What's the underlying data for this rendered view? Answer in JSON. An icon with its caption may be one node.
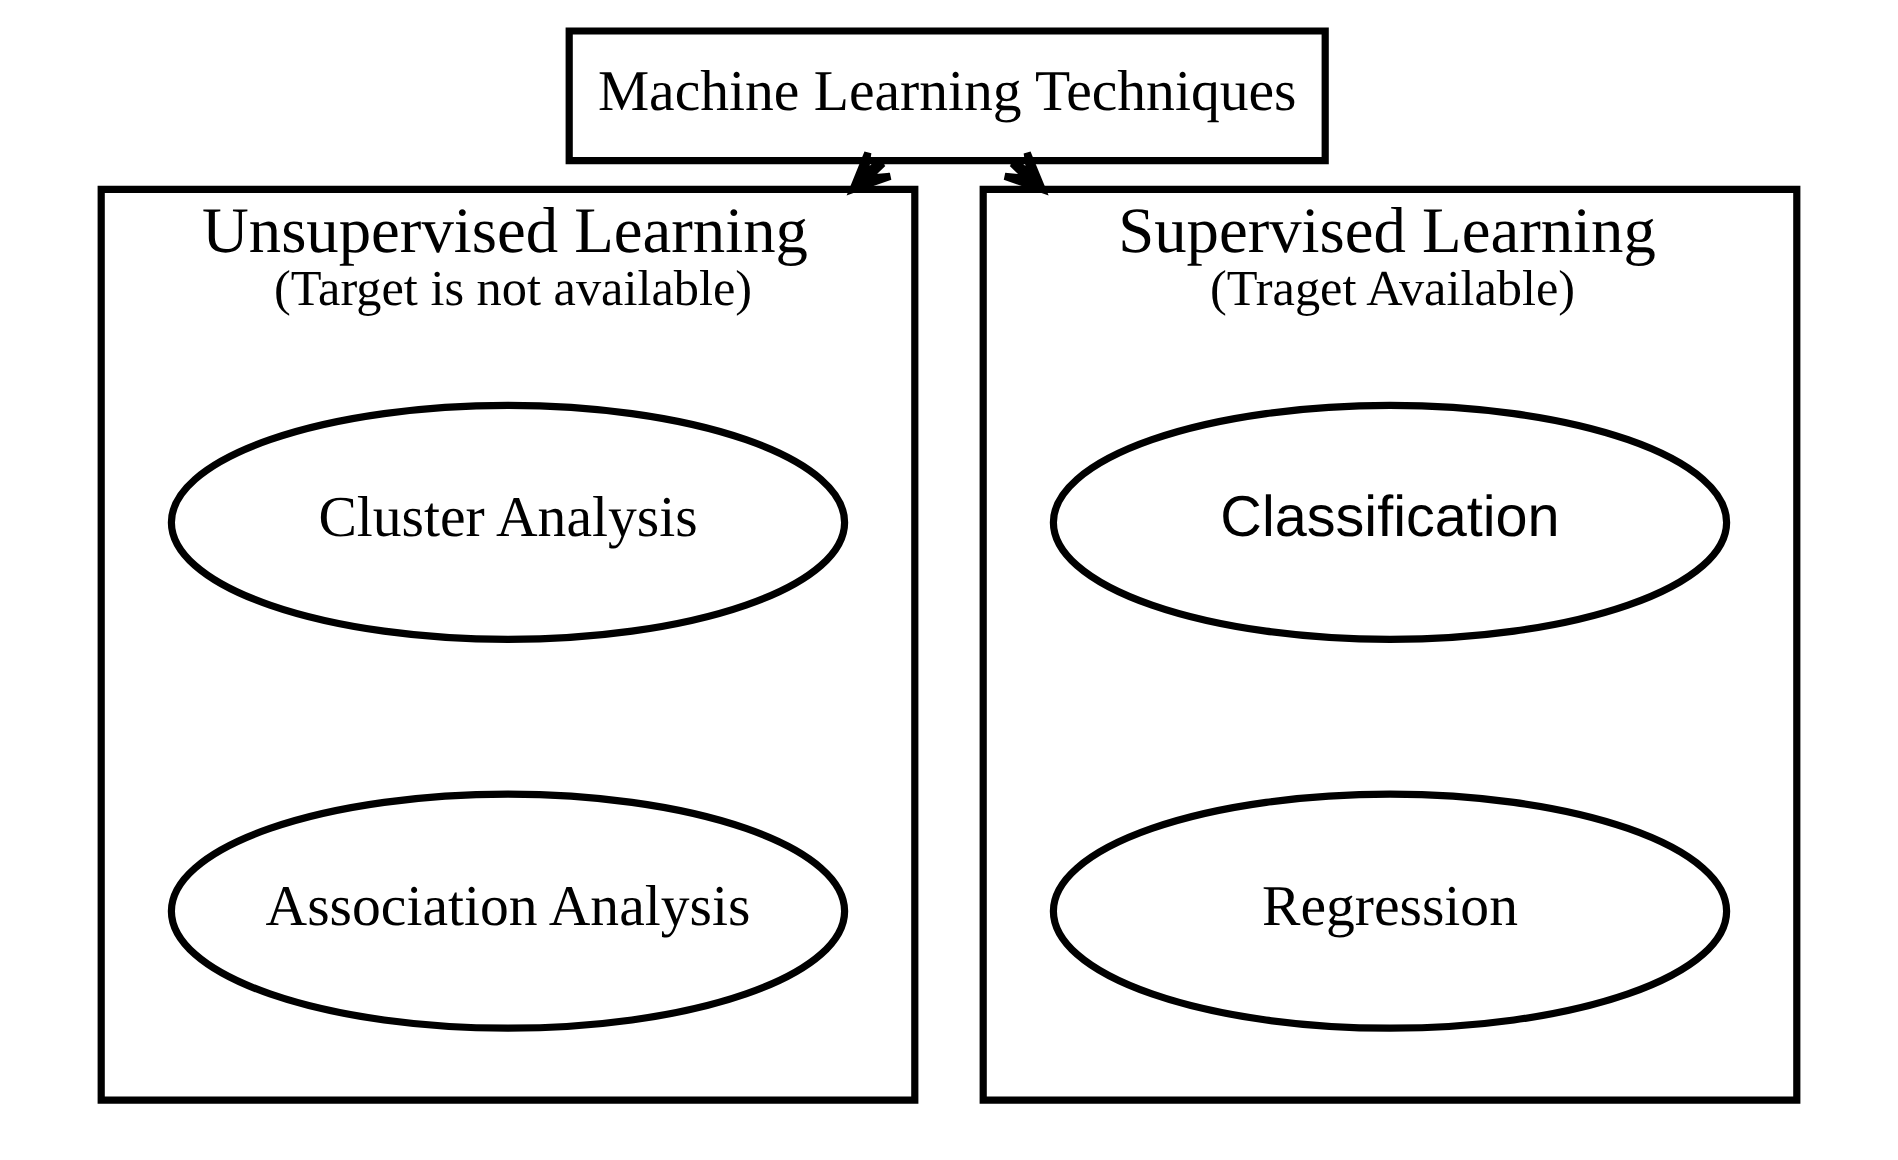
{
  "diagram": {
    "nodes": [
      {
        "text": [
          "Machine Learning Techniques"
        ]
      },
      {
        "text": [
          "Unsupervised Learning",
          "(Target is not available)"
        ]
      },
      {
        "text": [
          "Cluster Analysis"
        ],
        "in": 1
      },
      {
        "text": [
          "Association Analysis"
        ],
        "in": 1
      },
      {
        "text": [
          "Supervised Learning",
          "(Traget Available)"
        ]
      },
      {
        "text": [
          "Classification"
        ],
        "in": 4
      },
      {
        "text": [
          "Regression"
        ],
        "in": 4
      }
    ],
    "edges": [
      {
        "from": 0,
        "to": 1,
        "arrow": "to"
      },
      {
        "from": 0,
        "to": 4,
        "arrow": "to"
      }
    ]
  }
}
